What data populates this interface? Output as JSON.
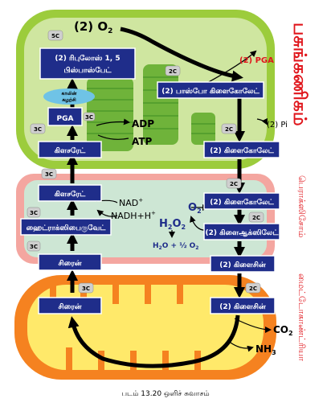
{
  "caption": "படம் 13.20 ஒளிச் சுவாசம்",
  "organelles": {
    "chloroplast": "பசுங்கணிகம்",
    "peroxisome": "பெராக்ஸிசோம்",
    "mitochondria": "மைட்டோகாண்ட்ரியா"
  },
  "boxes": {
    "rubp_line1": "(2) ரிபுலோஸ் 1, 5",
    "rubp_line2": "பிஸ்பாஸ்பேட்",
    "pga": "PGA",
    "phosphoglycolate": "(2) பாஸ்போ கிளைகோலேட்",
    "glycerate_chloro": "கிளசரேட்",
    "glycolate_chloro": "(2) கிளைகோலேட்",
    "glycerate_perox": "கிளசரேட்",
    "glycolate_perox": "(2) கிளைகோலேட்",
    "hydroxypyruvate": "ஹைட்ராக்ஸிபைருவேட்",
    "glyoxylate": "(2) கிளைஆக்ஸிலேட்",
    "serine_perox": "சிரைன்",
    "glycine_perox": "(2) கிளைசின்",
    "serine_mito": "சிரைன்",
    "glycine_mito": "(2) கிளைசின்"
  },
  "labels": {
    "o2_top": "(2) O",
    "o2_top_sub": "2",
    "pga_out": "(2) PGA",
    "adp": "ADP",
    "atp": "ATP",
    "pi": "(2) Pi",
    "nad": "NAD",
    "nad_sup": "+",
    "nadh": "NADH+H",
    "nadh_sup": "+",
    "o2_perox": "O",
    "o2_perox_sub": "2",
    "h2o2_a": "H",
    "h2o2_sub1": "2",
    "h2o2_b": "O",
    "h2o2_sub2": "2",
    "water_a": "H",
    "water_sub": "2",
    "water_b": "O + ½ O",
    "water_sub2": "2",
    "co2_a": "CO",
    "co2_sub": "2",
    "nh3_a": "NH",
    "nh3_sub": "3",
    "enzyme_line1": "காலின்",
    "enzyme_line2": "சுழற்சி"
  },
  "tags": {
    "t5c": "5C",
    "t3c_a": "3C",
    "t3c_b": "3C",
    "t3c_c": "3C",
    "t3c_d": "3C",
    "t3c_e": "3C",
    "t2c_a": "2C",
    "t2c_b": "2C",
    "t2c_c": "2C",
    "t2c_d": "2C",
    "t2c_e": "2C",
    "t3c_pga": "3C"
  },
  "colors": {
    "chloroplast_outer": "#9ccc3c",
    "chloroplast_inner": "#cfe6a0",
    "peroxisome_outer": "#f4a6a0",
    "peroxisome_inner": "#cde6d4",
    "mito_outer": "#f58220",
    "mito_inner": "#ffe96a",
    "box": "#1f2d8a",
    "red": "#e0161c"
  }
}
